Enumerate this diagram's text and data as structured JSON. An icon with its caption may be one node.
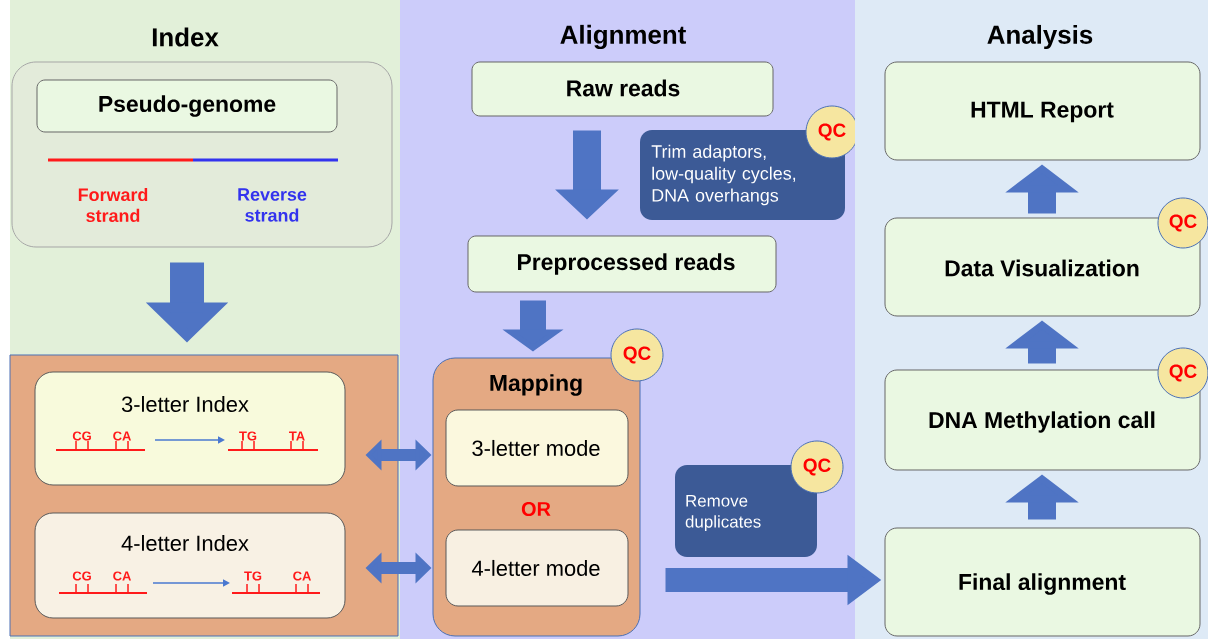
{
  "diagram": {
    "nodes": [
      {
        "text": [
          "Index"
        ]
      },
      {
        "text": [
          "Forward strand",
          "Reverse strand"
        ],
        "in": 0
      },
      {
        "text": [
          "Pseudo-genome"
        ],
        "in": 1
      },
      {
        "text": [],
        "shape": "box",
        "in": 0
      },
      {
        "text": [
          "3-letter Index",
          "CG",
          "CA",
          "TG",
          "TA"
        ],
        "in": 3
      },
      {
        "text": [
          "4-letter Index",
          "CG",
          "CA",
          "TG",
          "CA"
        ],
        "in": 3
      },
      {
        "text": [
          "Alignment"
        ]
      },
      {
        "text": [
          "Raw reads"
        ],
        "in": 6
      },
      {
        "text": [
          "Trim adaptors, low-quality cycles, DNA overhangs"
        ],
        "in": 6
      },
      {
        "text": [
          "QC"
        ],
        "in": 6
      },
      {
        "text": [
          "Preprocessed reads"
        ],
        "in": 6
      },
      {
        "text": [
          "Mapping",
          "OR"
        ],
        "in": 6
      },
      {
        "text": [
          "QC"
        ],
        "in": 6
      },
      {
        "text": [
          "3-letter mode"
        ],
        "in": 11
      },
      {
        "text": [
          "4-letter mode"
        ],
        "in": 11
      },
      {
        "text": [
          "Remove duplicates"
        ],
        "in": 6
      },
      {
        "text": [
          "QC"
        ],
        "in": 6
      },
      {
        "text": [
          "Analysis"
        ]
      },
      {
        "text": [
          "HTML Report"
        ],
        "in": 17
      },
      {
        "text": [
          "Data Visualization"
        ],
        "in": 17
      },
      {
        "text": [
          "QC"
        ],
        "in": 17
      },
      {
        "text": [
          "DNA Methylation call"
        ],
        "in": 17
      },
      {
        "text": [
          "QC"
        ],
        "in": 17
      },
      {
        "text": [
          "Final alignment"
        ],
        "in": 17
      }
    ],
    "edges": [
      {
        "from": 1,
        "to": 3,
        "arrow": "to"
      },
      {
        "from": 7,
        "to": 10,
        "arrow": "to"
      },
      {
        "from": 10,
        "to": 11,
        "arrow": "to"
      },
      {
        "from": 4,
        "to": 13,
        "arrow": "both"
      },
      {
        "from": 5,
        "to": 14,
        "arrow": "both"
      },
      {
        "from": 11,
        "to": 23,
        "arrow": "to"
      },
      {
        "from": 23,
        "to": 21,
        "arrow": "to"
      },
      {
        "from": 21,
        "to": 19,
        "arrow": "to"
      },
      {
        "from": 19,
        "to": 18,
        "arrow": "to"
      }
    ]
  }
}
